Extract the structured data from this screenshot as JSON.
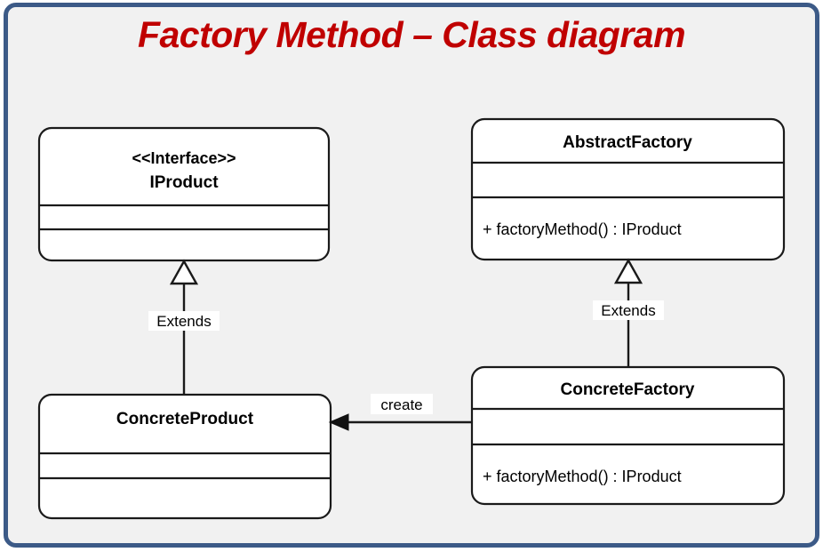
{
  "slide": {
    "title": "Factory Method – Class diagram",
    "border_color": "#3c5a87",
    "background_color": "#f1f1f1",
    "title_color": "#c00000"
  },
  "classes": {
    "iproduct": {
      "stereotype": "<<Interface>>",
      "name": "IProduct",
      "attributes": "",
      "operations": ""
    },
    "abstract_factory": {
      "name": "AbstractFactory",
      "attributes": "",
      "operations": "+ factoryMethod() : IProduct"
    },
    "concrete_product": {
      "name": "ConcreteProduct",
      "attributes": "",
      "operations": ""
    },
    "concrete_factory": {
      "name": "ConcreteFactory",
      "attributes": "",
      "operations": "+ factoryMethod() : IProduct"
    }
  },
  "relations": {
    "product_inheritance": {
      "label": "Extends",
      "kind": "generalization"
    },
    "factory_inheritance": {
      "label": "Extends",
      "kind": "generalization"
    },
    "creates": {
      "label": "create",
      "kind": "dependency"
    }
  }
}
